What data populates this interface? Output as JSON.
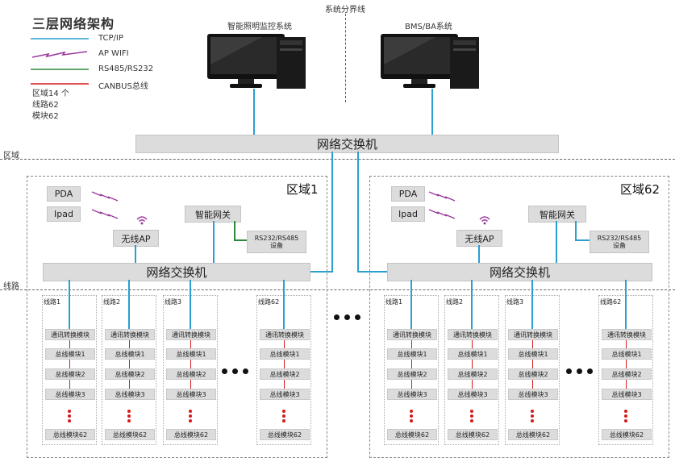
{
  "title": "三层网络架构",
  "legend": [
    {
      "label": "TCP/IP",
      "color": "#2a9fd0",
      "kind": "line"
    },
    {
      "label": "AP WIFI",
      "color": "#9b3a9b",
      "kind": "zigzag"
    },
    {
      "label": "RS485/RS232",
      "color": "#2e8a3a",
      "kind": "line"
    },
    {
      "label": "CANBUS总线",
      "color": "#d41c1c",
      "kind": "line"
    }
  ],
  "note": [
    "区域14 个",
    "线路62",
    "模块62"
  ],
  "boundary_label": "系统分界线",
  "computers": [
    {
      "label": "智能照明监控系统"
    },
    {
      "label": "BMS/BA系统"
    }
  ],
  "top_switch_label": "网络交换机",
  "layer_labels": {
    "area": "区域",
    "line": "线路"
  },
  "zones": [
    {
      "name": "区域1",
      "switch": "网络交换机",
      "pda": "PDA",
      "ipad": "Ipad",
      "ap": "无线AP",
      "gateway": "智能网关",
      "device": [
        "RS232/RS485",
        "设备"
      ],
      "lines": [
        {
          "name": "线路1",
          "modules": [
            "通讯转换模块",
            "总线模块1",
            "总线模块2",
            "总线模块3",
            "总线模块62"
          ]
        },
        {
          "name": "线路2",
          "modules": [
            "通讯转换模块",
            "总线模块1",
            "总线模块2",
            "总线模块3",
            "总线模块62"
          ]
        },
        {
          "name": "线路3",
          "modules": [
            "通讯转换模块",
            "总线模块1",
            "总线模块2",
            "总线模块3",
            "总线模块62"
          ]
        },
        {
          "name": "线路62",
          "modules": [
            "通讯转换模块",
            "总线模块1",
            "总线模块2",
            "总线模块3",
            "总线模块62"
          ]
        }
      ]
    },
    {
      "name": "区域62",
      "switch": "网络交换机",
      "pda": "PDA",
      "ipad": "Ipad",
      "ap": "无线AP",
      "gateway": "智能网关",
      "device": [
        "RS232/RS485",
        "设备"
      ],
      "lines": [
        {
          "name": "线路1",
          "modules": [
            "通讯转换模块",
            "总线模块1",
            "总线模块2",
            "总线模块3",
            "总线模块62"
          ]
        },
        {
          "name": "线路2",
          "modules": [
            "通讯转换模块",
            "总线模块1",
            "总线模块2",
            "总线模块3",
            "总线模块62"
          ]
        },
        {
          "name": "线路3",
          "modules": [
            "通讯转换模块",
            "总线模块1",
            "总线模块2",
            "总线模块3",
            "总线模块62"
          ]
        },
        {
          "name": "线路62",
          "modules": [
            "通讯转换模块",
            "总线模块1",
            "总线模块2",
            "总线模块3",
            "总线模块62"
          ]
        }
      ]
    }
  ]
}
